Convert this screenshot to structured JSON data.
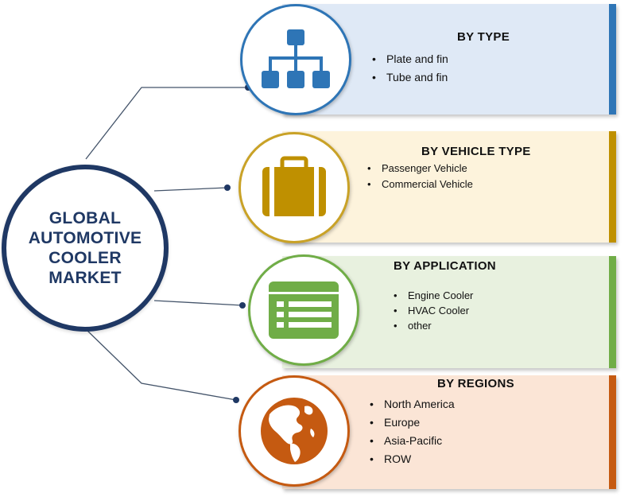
{
  "center": {
    "title_lines": [
      "GLOBAL",
      "AUTOMOTIVE",
      "COOLER",
      "MARKET"
    ]
  },
  "segments": [
    {
      "title": "BY TYPE",
      "items": [
        "Plate and fin",
        "Tube and fin"
      ],
      "icon": "hierarchy-icon",
      "colors": {
        "fill": "#dfe9f6",
        "accent": "#2e75b6",
        "ring": "#2e75b6",
        "icon": "#2e75b6"
      }
    },
    {
      "title": "BY VEHICLE  TYPE",
      "items": [
        "Passenger Vehicle",
        "Commercial Vehicle"
      ],
      "icon": "briefcase-icon",
      "colors": {
        "fill": "#fdf3dc",
        "accent": "#bf9000",
        "ring": "#c9a227",
        "icon": "#bf9000"
      }
    },
    {
      "title": "BY APPLICATION",
      "items": [
        "Engine Cooler",
        "HVAC Cooler",
        "other"
      ],
      "icon": "list-window-icon",
      "colors": {
        "fill": "#e8f1df",
        "accent": "#70ad47",
        "ring": "#70ad47",
        "icon": "#70ad47"
      }
    },
    {
      "title": "BY REGIONS",
      "items": [
        "North America",
        "Europe",
        "Asia-Pacific",
        "ROW"
      ],
      "icon": "globe-icon",
      "colors": {
        "fill": "#fbe5d6",
        "accent": "#c55a11",
        "ring": "#c55a11",
        "icon": "#c55a11"
      }
    }
  ],
  "theme": {
    "hub_border": "#1f3864",
    "connector": "#44546a"
  }
}
